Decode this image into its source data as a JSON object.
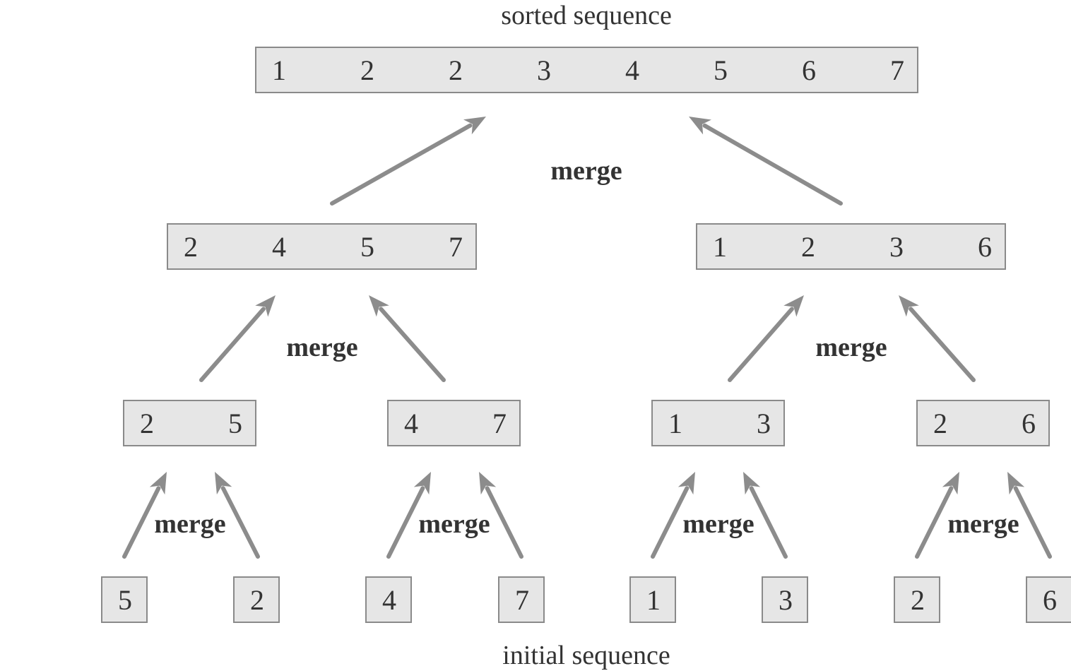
{
  "title_top": "sorted sequence",
  "title_bottom": "initial sequence",
  "merge_label": "merge",
  "levels": {
    "sorted": [
      [
        1,
        2,
        2,
        3,
        4,
        5,
        6,
        7
      ]
    ],
    "half": [
      [
        2,
        4,
        5,
        7
      ],
      [
        1,
        2,
        3,
        6
      ]
    ],
    "quarter": [
      [
        2,
        5
      ],
      [
        4,
        7
      ],
      [
        1,
        3
      ],
      [
        2,
        6
      ]
    ],
    "initial": [
      [
        5
      ],
      [
        2
      ],
      [
        4
      ],
      [
        7
      ],
      [
        1
      ],
      [
        3
      ],
      [
        2
      ],
      [
        6
      ]
    ]
  },
  "colors": {
    "box_fill": "#e6e6e6",
    "box_border": "#8a8a8a",
    "arrow": "#8c8c8c",
    "text": "#333333"
  }
}
